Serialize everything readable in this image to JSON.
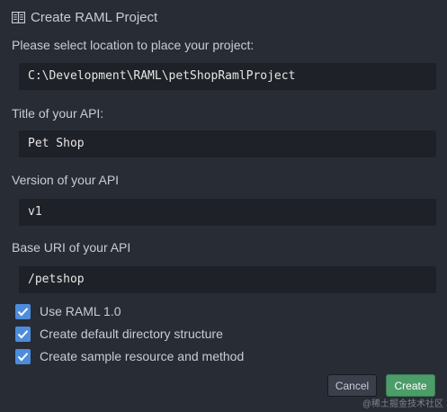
{
  "dialog": {
    "title": "Create RAML Project",
    "title_icon": "book-icon"
  },
  "fields": {
    "location": {
      "label": "Please select location to place your project:",
      "value": "C:\\Development\\RAML\\petShopRamlProject"
    },
    "title": {
      "label": "Title of your API:",
      "value": "Pet Shop"
    },
    "version": {
      "label": "Version of your API",
      "value": "v1"
    },
    "base_uri": {
      "label": "Base URI of your API",
      "value": "/petshop"
    }
  },
  "options": [
    {
      "label": "Use RAML 1.0",
      "checked": true
    },
    {
      "label": "Create default directory structure",
      "checked": true
    },
    {
      "label": "Create sample resource and method",
      "checked": true
    }
  ],
  "buttons": {
    "cancel": "Cancel",
    "create": "Create"
  },
  "watermark": "@稀土掘金技术社区",
  "colors": {
    "background": "#282c34",
    "input_bg": "#1e2127",
    "checkbox": "#4d8cdb",
    "create_button": "#4c9d69"
  }
}
